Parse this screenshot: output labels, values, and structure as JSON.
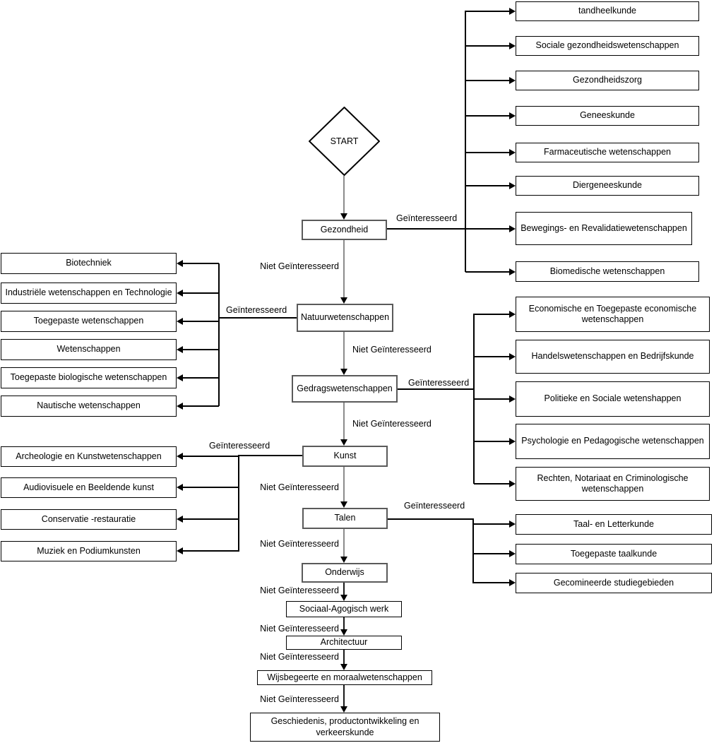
{
  "flowchart": {
    "background_color": "#ffffff",
    "colors": {
      "node_border": "#000000",
      "decision_border": "#5a5a5a",
      "connector": "#8c8c8c",
      "branch_line": "#000000"
    },
    "start_label": "START",
    "edge_labels": {
      "interested": "Geïnteresseerd",
      "not_interested": "Niet Geïnteresseerd"
    },
    "decisions": {
      "gezondheid": "Gezondheid",
      "natuurwetenschappen": "Natuurwetenschappen",
      "gedragswetenschappen": "Gedragswetenschappen",
      "kunst": "Kunst",
      "talen": "Talen",
      "onderwijs": "Onderwijs",
      "sociaal_agogisch_werk": "Sociaal-Agogisch werk",
      "architectuur": "Architectuur",
      "wijsbegeerte": "Wijsbegeerte en moraalwetenschappen",
      "geschiedenis": "Geschiedenis, productontwikkeling en verkeerskunde"
    },
    "branches": {
      "gezondheid": [
        "tandheelkunde",
        "Sociale gezondheidswetenschappen",
        "Gezondheidszorg",
        "Geneeskunde",
        "Farmaceutische wetenschappen",
        "Diergeneeskunde",
        "Bewegings- en Revalidatiewetenschappen",
        "Biomedische wetenschappen"
      ],
      "natuurwetenschappen": [
        "Biotechniek",
        "Industriële wetenschappen en Technologie",
        "Toegepaste wetenschappen",
        "Wetenschappen",
        "Toegepaste biologische wetenschappen",
        "Nautische wetenschappen"
      ],
      "gedragswetenschappen": [
        "Economische en Toegepaste economische wetenschappen",
        "Handelswetenschappen en Bedrijfskunde",
        "Politieke en Sociale wetenshappen",
        "Psychologie en Pedagogische wetenschappen",
        "Rechten, Notariaat en Criminologische wetenschappen"
      ],
      "kunst": [
        "Archeologie en Kunstwetenschappen",
        "Audiovisuele en Beeldende kunst",
        "Conservatie -restauratie",
        "Muziek en Podiumkunsten"
      ],
      "talen": [
        "Taal- en Letterkunde",
        "Toegepaste taalkunde",
        "Gecomineerde studiegebieden"
      ]
    }
  }
}
